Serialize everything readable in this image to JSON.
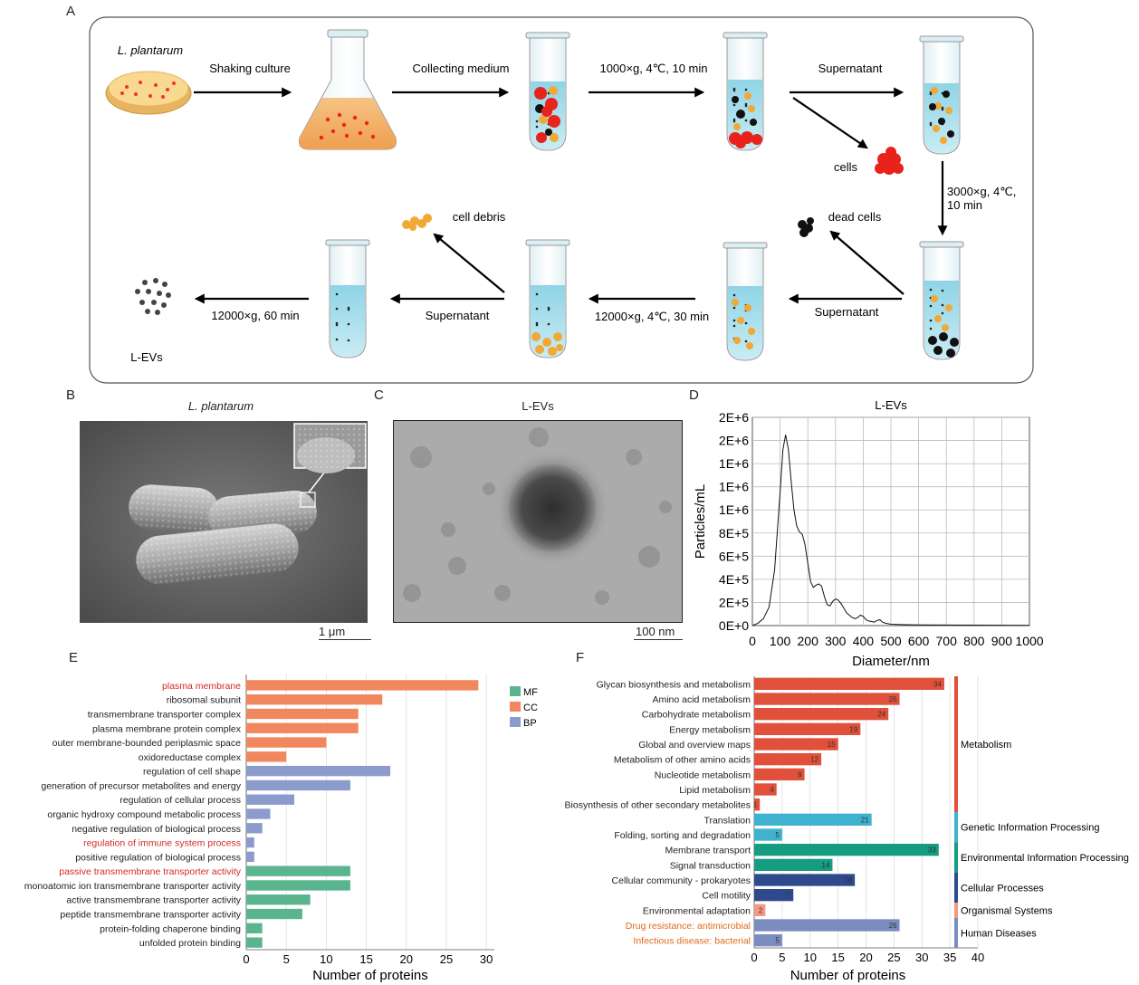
{
  "panels": {
    "a": "A",
    "b": "B",
    "c": "C",
    "d": "D",
    "e": "E",
    "f": "F"
  },
  "workflow": {
    "organism": "L. plantarum",
    "steps": {
      "shaking": "Shaking culture",
      "collecting": "Collecting medium",
      "spin1": "1000×g, 4℃, 10 min",
      "supernatant1": "Supernatant",
      "cells": "cells",
      "spin2_line1": "3000×g, 4℃,",
      "spin2_line2": "10 min",
      "dead_cells": "dead cells",
      "supernatant2": "Supernatant",
      "spin3": "12000×g, 4℃, 30 min",
      "cell_debris": "cell debris",
      "supernatant3": "Supernatant",
      "spin4": "12000×g, 60 min",
      "product": "L-EVs"
    }
  },
  "sem": {
    "title": "L. plantarum",
    "scale": "1 μm"
  },
  "tem": {
    "title": "L-EVs",
    "scale": "100 nm"
  },
  "colors": {
    "mf": "#5ab58f",
    "cc": "#f0875e",
    "bp": "#8b9bcc",
    "metabolism": "#e0503a",
    "genetic": "#3fb2cf",
    "environmental": "#169c80",
    "cellular": "#2f4a8c",
    "organismal": "#f29986",
    "human": "#7b8cc0"
  },
  "chart_data": [
    {
      "type": "line",
      "title": "L-EVs",
      "xlabel": "Diameter/nm",
      "ylabel": "Particles/mL",
      "xlim": [
        0,
        1000
      ],
      "ylim": [
        0,
        1800000
      ],
      "xticks": [
        0,
        100,
        200,
        300,
        400,
        500,
        600,
        700,
        800,
        900,
        1000
      ],
      "yticks": [
        "0E+0",
        "2E+5",
        "4E+5",
        "6E+5",
        "8E+5",
        "1E+6",
        "1E+6",
        "1E+6",
        "2E+6",
        "2E+6"
      ],
      "grid": true,
      "x": [
        0,
        20,
        40,
        60,
        80,
        100,
        110,
        120,
        130,
        140,
        150,
        160,
        170,
        180,
        190,
        200,
        210,
        220,
        230,
        240,
        250,
        260,
        270,
        280,
        290,
        300,
        310,
        320,
        330,
        340,
        350,
        360,
        370,
        380,
        390,
        400,
        410,
        420,
        430,
        440,
        450,
        460,
        470,
        480,
        500,
        550,
        600,
        700,
        800,
        900,
        1000
      ],
      "y": [
        0,
        20000,
        60000,
        160000,
        480000,
        1150000,
        1520000,
        1650000,
        1520000,
        1250000,
        1000000,
        860000,
        810000,
        790000,
        700000,
        540000,
        380000,
        330000,
        350000,
        360000,
        340000,
        250000,
        180000,
        170000,
        210000,
        230000,
        220000,
        190000,
        150000,
        110000,
        90000,
        70000,
        60000,
        70000,
        90000,
        80000,
        50000,
        40000,
        35000,
        30000,
        45000,
        50000,
        30000,
        20000,
        12000,
        8000,
        6000,
        5000,
        4000,
        3000,
        2000
      ]
    },
    {
      "type": "bar",
      "orientation": "horizontal",
      "xlabel": "Number of proteins",
      "xlim": [
        0,
        31
      ],
      "xticks": [
        0,
        5,
        10,
        15,
        20,
        25,
        30
      ],
      "legend": {
        "placement": "top-right",
        "entries": [
          "MF",
          "CC",
          "BP"
        ]
      },
      "grid": true,
      "categories": [
        "plasma membrane",
        "ribosomal subunit",
        "transmembrane transporter complex",
        "plasma membrane protein complex",
        "outer membrane-bounded periplasmic space",
        "oxidoreductase complex",
        "regulation of cell shape",
        "generation of precursor metabolites and energy",
        "regulation of cellular process",
        "organic hydroxy compound metabolic process",
        "negative regulation of biological process",
        "regulation of immune system process",
        "positive regulation of biological process",
        "passive transmembrane transporter activity",
        "monoatomic ion transmembrane transporter activity",
        "active transmembrane transporter activity",
        "peptide transmembrane transporter activity",
        "protein-folding chaperone binding",
        "unfolded protein binding"
      ],
      "groups": [
        "CC",
        "CC",
        "CC",
        "CC",
        "CC",
        "CC",
        "BP",
        "BP",
        "BP",
        "BP",
        "BP",
        "BP",
        "BP",
        "MF",
        "MF",
        "MF",
        "MF",
        "MF",
        "MF"
      ],
      "values": [
        29,
        17,
        14,
        14,
        10,
        5,
        18,
        13,
        6,
        3,
        2,
        1,
        1,
        13,
        13,
        8,
        7,
        2,
        2
      ],
      "highlighted": [
        "plasma membrane",
        "regulation of immune system process",
        "passive transmembrane transporter activity"
      ]
    },
    {
      "type": "bar",
      "orientation": "horizontal",
      "xlabel": "Number of proteins",
      "xlim": [
        0,
        40
      ],
      "xticks": [
        0,
        5,
        10,
        15,
        20,
        25,
        30,
        35,
        40
      ],
      "grid": true,
      "categories": [
        "Glycan biosynthesis and metabolism",
        "Amino acid metabolism",
        "Carbohydrate metabolism",
        "Energy metabolism",
        "Global and overview maps",
        "Metabolism of other amino acids",
        "Nucleotide metabolism",
        "Lipid metabolism",
        "Biosynthesis of other secondary metabolites",
        "Translation",
        "Folding, sorting and degradation",
        "Membrane transport",
        "Signal transduction",
        "Cellular community - prokaryotes",
        "Cell motility",
        "Environmental adaptation",
        "Drug resistance: antimicrobial",
        "Infectious disease: bacterial"
      ],
      "groups": [
        "metabolism",
        "metabolism",
        "metabolism",
        "metabolism",
        "metabolism",
        "metabolism",
        "metabolism",
        "metabolism",
        "metabolism",
        "genetic",
        "genetic",
        "environmental",
        "environmental",
        "cellular",
        "cellular",
        "organismal",
        "human",
        "human"
      ],
      "values": [
        34,
        26,
        24,
        19,
        15,
        12,
        9,
        4,
        1,
        21,
        5,
        33,
        14,
        18,
        7,
        2,
        26,
        5
      ],
      "data_labels": [
        "34",
        "26",
        "24",
        "19",
        "15",
        "12",
        "9",
        "4",
        "1",
        "21",
        "5",
        "33",
        "14",
        "18",
        "7",
        "2",
        "26",
        "5"
      ],
      "group_labels": {
        "metabolism": "Metabolism",
        "genetic": "Genetic Information Processing",
        "environmental": "Environmental Information Processing",
        "cellular": "Cellular Processes",
        "organismal": "Organismal Systems",
        "human": "Human Diseases"
      },
      "highlighted": [
        "Drug resistance: antimicrobial",
        "Infectious disease: bacterial"
      ]
    }
  ]
}
